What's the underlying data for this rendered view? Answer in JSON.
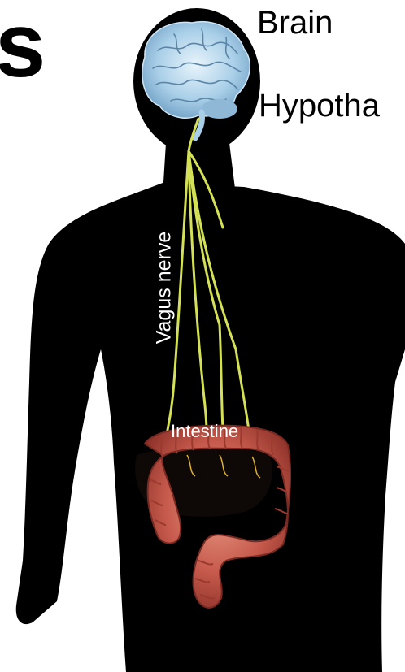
{
  "labels": {
    "partial_title": "s",
    "brain": "Brain",
    "hypothalamus": "Hypotha",
    "vagus_nerve": "Vagus nerve",
    "intestine": "Intestine"
  },
  "colors": {
    "silhouette": "#000000",
    "nerve": "#d4e157",
    "brain": "#9fc7e6",
    "intestine": "#c85a4f",
    "label_dark": "#000000",
    "label_light": "#ffffff"
  },
  "icons": [
    "brain-icon",
    "intestine-icon"
  ]
}
